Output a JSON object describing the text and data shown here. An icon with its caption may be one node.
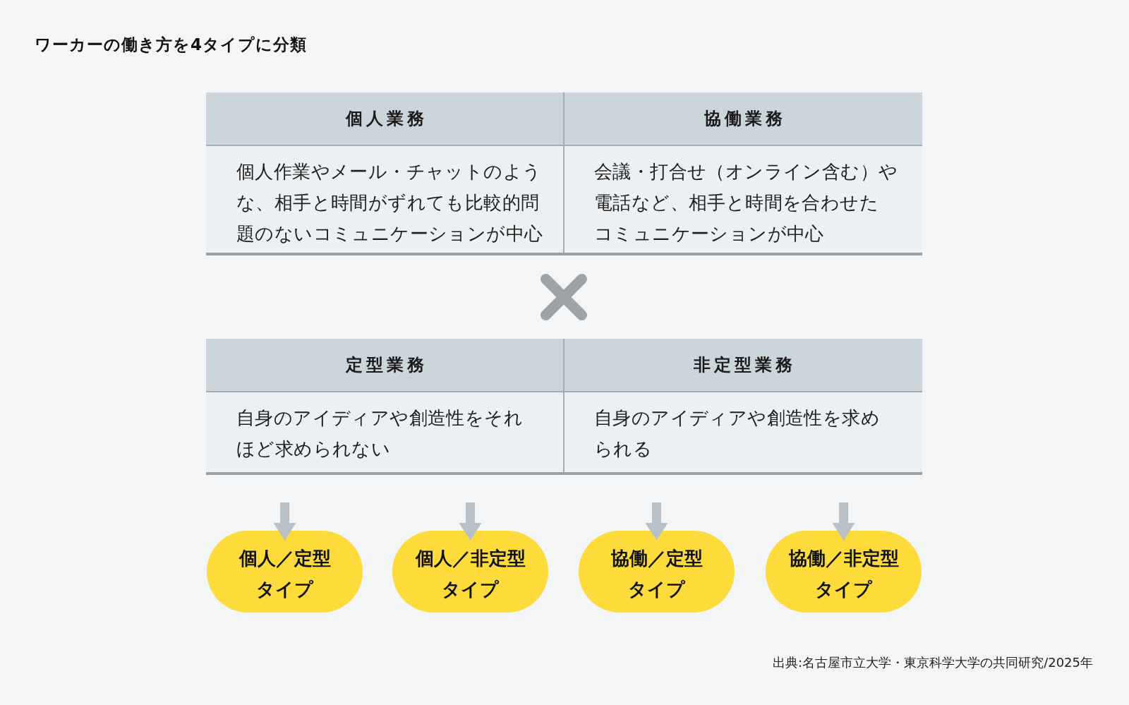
{
  "diagram": {
    "title": "ワーカーの働き方を4タイプに分類",
    "nodes": [
      {
        "text": [
          "個人業務",
          "個人作業やメール・チャットのような、相手と時間がずれても比較的問題のないコミュニケーションが中心"
        ]
      },
      {
        "text": [
          "協働業務",
          "会議・打合せ（オンライン含む）や電話など、相手と時間を合わせたコミュニケーションが中心"
        ]
      },
      {
        "text": [
          "定型業務",
          "自身のアイディアや創造性をそれほど求められない"
        ]
      },
      {
        "text": [
          "非定型業務",
          "自身のアイディアや創造性を求められる"
        ]
      },
      {
        "text": [
          "個人／定型タイプ"
        ]
      },
      {
        "text": [
          "個人／非定型タイプ"
        ]
      },
      {
        "text": [
          "協働／定型タイプ"
        ]
      },
      {
        "text": [
          "協働／非定型タイプ"
        ]
      }
    ],
    "edges": [
      {
        "from": null,
        "to": 4,
        "arrow": "to"
      },
      {
        "from": null,
        "to": 5,
        "arrow": "to"
      },
      {
        "from": null,
        "to": 6,
        "arrow": "to"
      },
      {
        "from": null,
        "to": 7,
        "arrow": "to"
      }
    ],
    "labels": [
      "出典:名古屋市立大学・東京科学大学の共同研究/2025年"
    ]
  }
}
